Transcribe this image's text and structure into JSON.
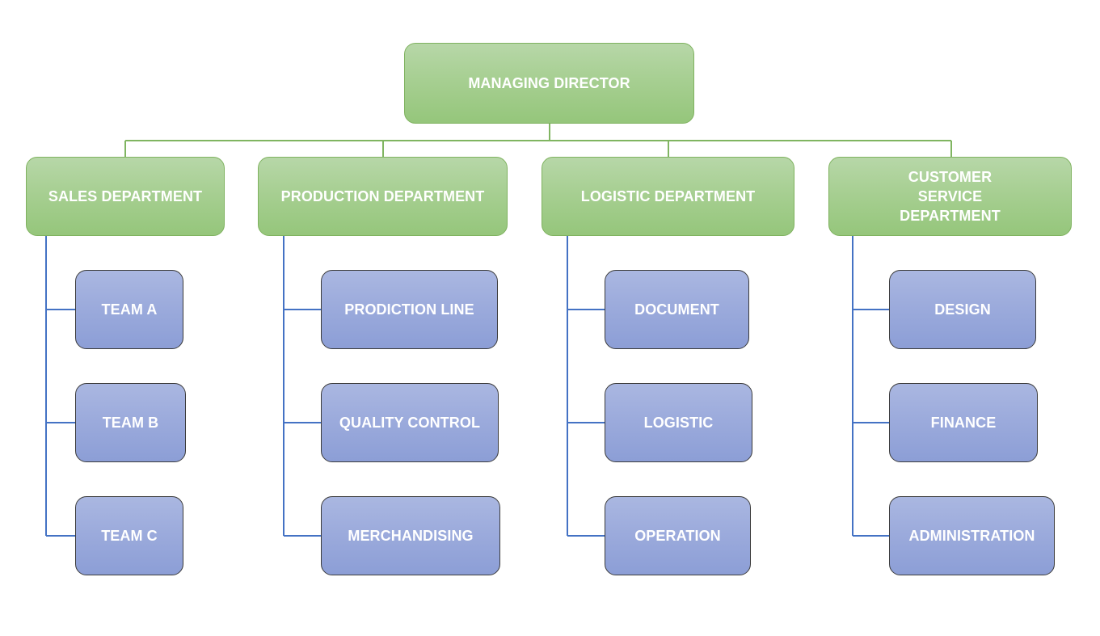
{
  "org_chart": {
    "root": {
      "label": "MANAGING DIRECTOR"
    },
    "departments": [
      {
        "label": "SALES DEPARTMENT",
        "teams": [
          {
            "label": "TEAM A"
          },
          {
            "label": "TEAM B"
          },
          {
            "label": "TEAM C"
          }
        ]
      },
      {
        "label": "PRODUCTION DEPARTMENT",
        "teams": [
          {
            "label": "PRODICTION LINE"
          },
          {
            "label": "QUALITY CONTROL"
          },
          {
            "label": "MERCHANDISING"
          }
        ]
      },
      {
        "label": "LOGISTIC DEPARTMENT",
        "teams": [
          {
            "label": "DOCUMENT"
          },
          {
            "label": "LOGISTIC"
          },
          {
            "label": "OPERATION"
          }
        ]
      },
      {
        "label": "CUSTOMER SERVICE DEPARTMENT",
        "teams": [
          {
            "label": "DESIGN"
          },
          {
            "label": "FINANCE"
          },
          {
            "label": "ADMINISTRATION"
          }
        ]
      }
    ]
  },
  "colors": {
    "level1_fill": "#a7cf92",
    "level1_border": "#7fb25f",
    "level2_fill": "#9cabdc",
    "connector_top": "#80b561",
    "connector_team": "#4472c4"
  }
}
